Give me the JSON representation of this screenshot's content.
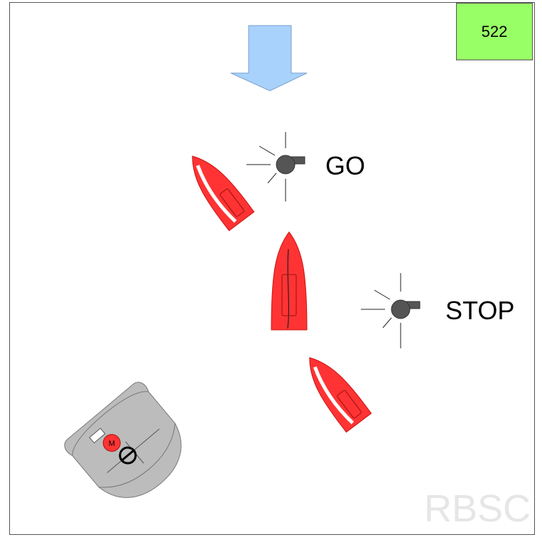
{
  "scenario": {
    "number": "522",
    "watermark": "RBSC"
  },
  "signals": [
    {
      "label": "GO",
      "icon": "whistle-icon"
    },
    {
      "label": "STOP",
      "icon": "whistle-icon"
    }
  ],
  "motor_boat": {
    "badge_letter": "M"
  },
  "colors": {
    "wind_arrow": "#a8d2fb",
    "sailboat": "#ff3333",
    "motor_boat": "#bcbcbc",
    "badge_bg": "#99ff66",
    "whistle": "#555555"
  }
}
